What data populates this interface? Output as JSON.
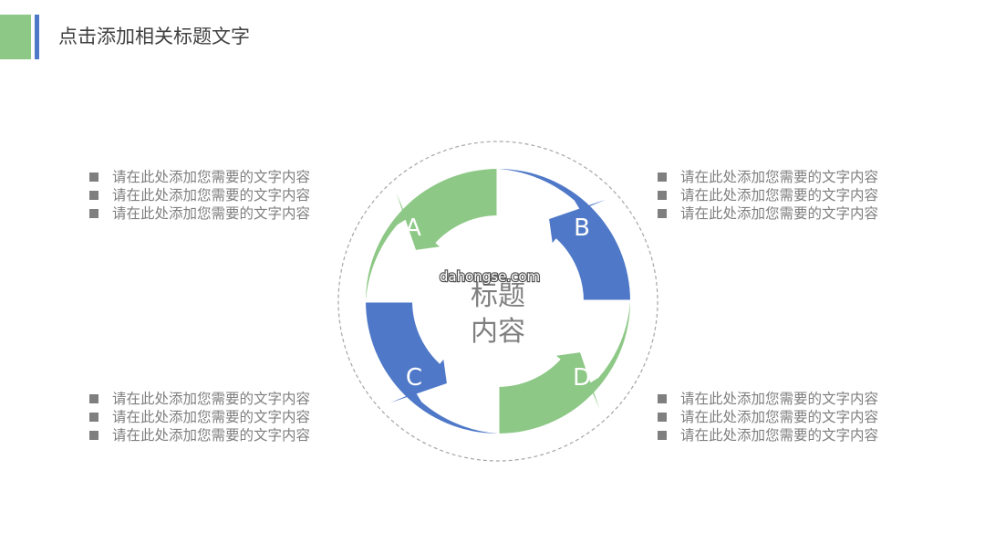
{
  "header": {
    "title": "点击添加相关标题文字"
  },
  "colors": {
    "green": "#8DC886",
    "blue": "#4F79C8",
    "text_gray": "#7F7F7F",
    "dash_gray": "#A6A6A6"
  },
  "diagram": {
    "center_line1": "标题",
    "center_line2": "内容",
    "watermark": "dahongse.com",
    "segments": [
      {
        "letter": "A",
        "color": "green"
      },
      {
        "letter": "B",
        "color": "blue"
      },
      {
        "letter": "C",
        "color": "blue"
      },
      {
        "letter": "D",
        "color": "green"
      }
    ]
  },
  "lists": {
    "top_left": [
      "请在此处添加您需要的文字内容",
      "请在此处添加您需要的文字内容",
      "请在此处添加您需要的文字内容"
    ],
    "top_right": [
      "请在此处添加您需要的文字内容",
      "请在此处添加您需要的文字内容",
      "请在此处添加您需要的文字内容"
    ],
    "bottom_left": [
      "请在此处添加您需要的文字内容",
      "请在此处添加您需要的文字内容",
      "请在此处添加您需要的文字内容"
    ],
    "bottom_right": [
      "请在此处添加您需要的文字内容",
      "请在此处添加您需要的文字内容",
      "请在此处添加您需要的文字内容"
    ]
  }
}
